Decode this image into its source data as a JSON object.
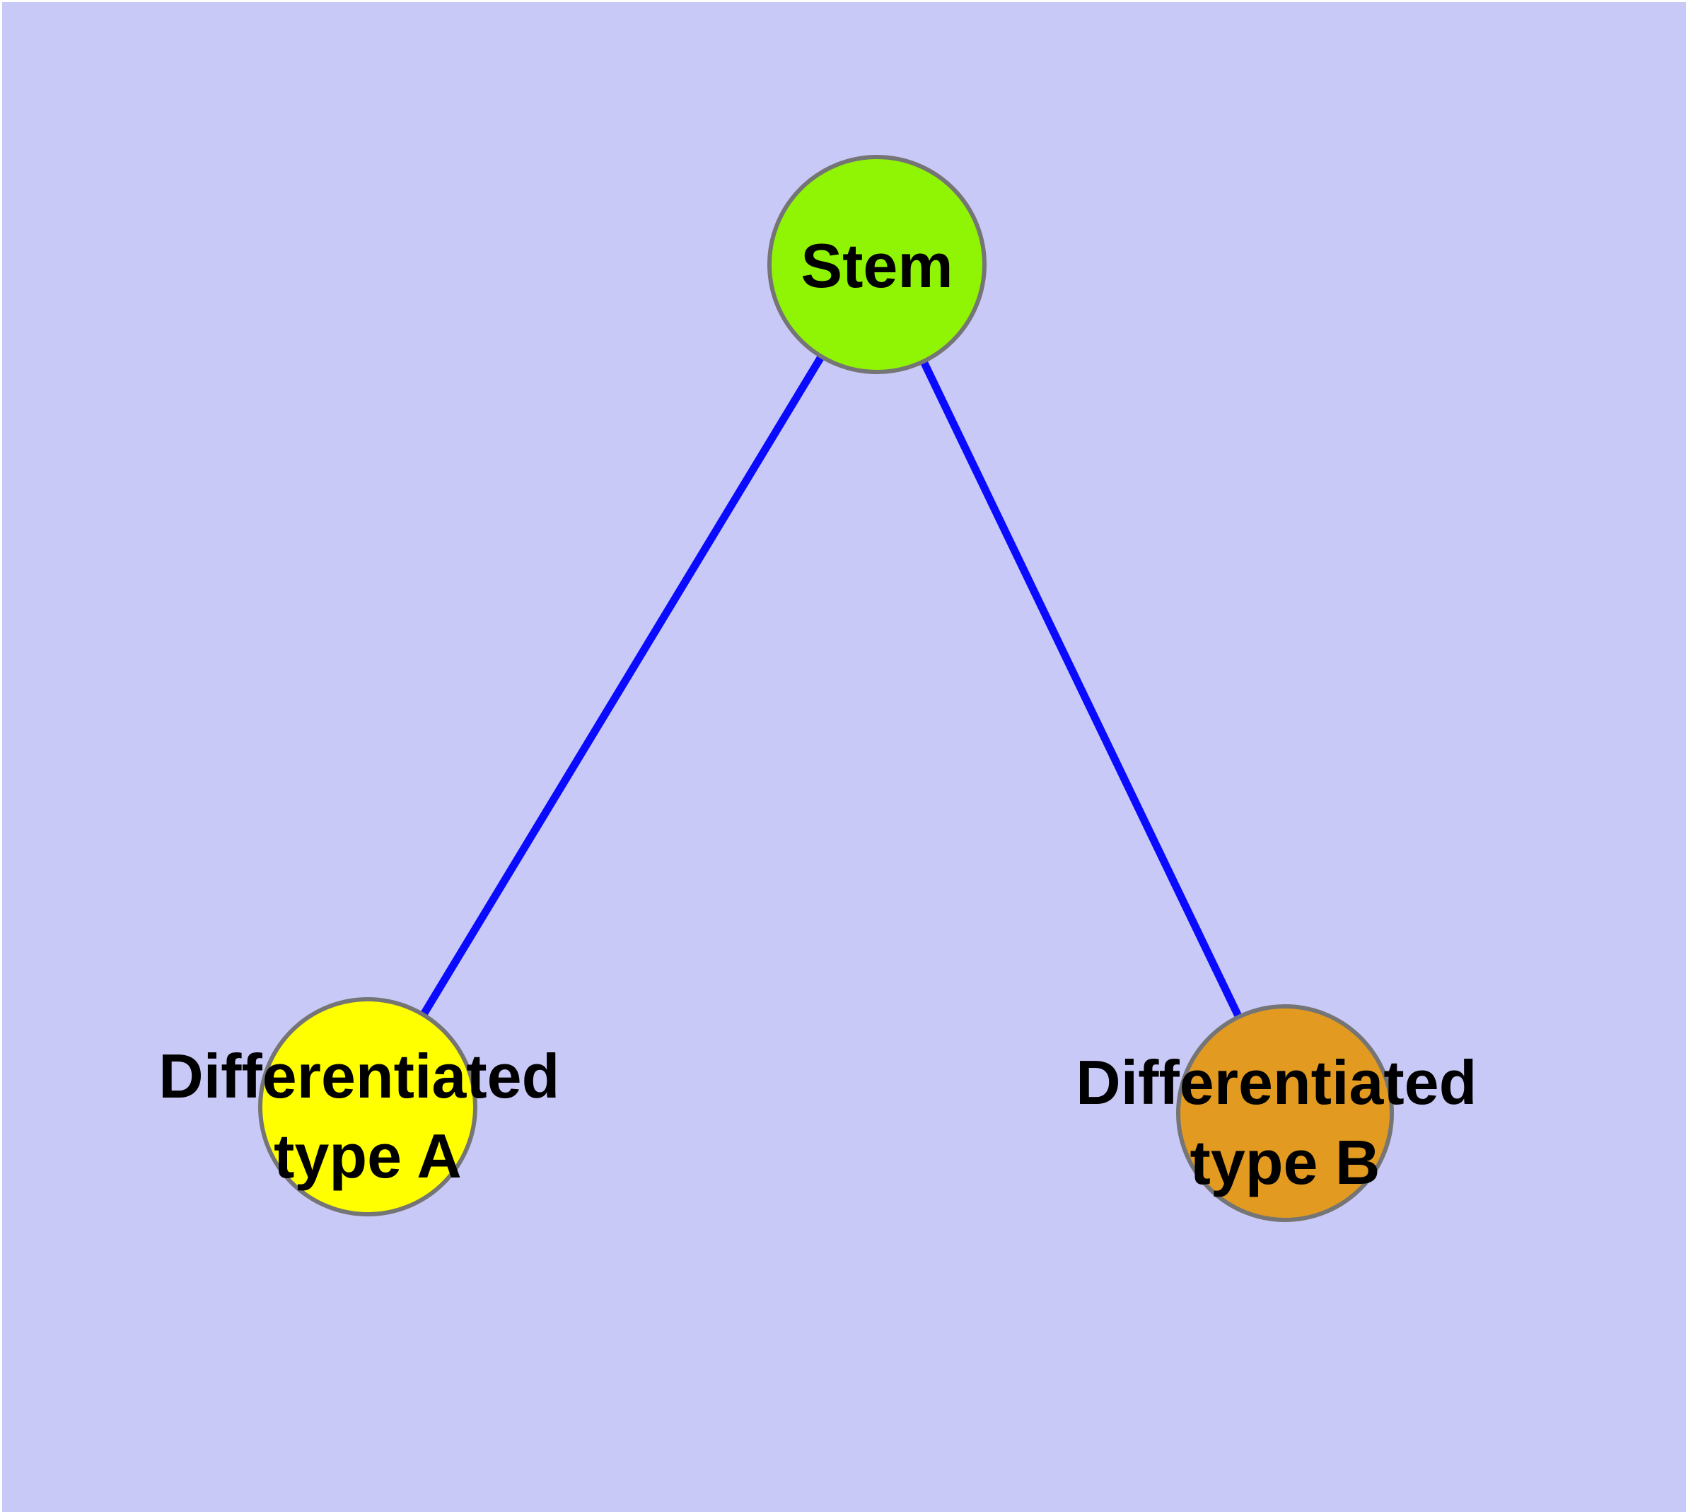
{
  "diagram": {
    "background_color": "#C9C9F7",
    "edge_color": "#0A0AFF",
    "node_border_color": "#757575",
    "label_color": "#000000",
    "nodes": [
      {
        "id": "stem",
        "label": "Stem",
        "label_lines": [
          "Stem"
        ],
        "fill": "#90F504"
      },
      {
        "id": "differentiated-type-a",
        "label": "Differentiated type A",
        "label_lines": [
          "Differentiated",
          "type A"
        ],
        "fill": "#FFFF00"
      },
      {
        "id": "differentiated-type-b",
        "label": "Differentiated type B",
        "label_lines": [
          "Differentiated",
          "type B"
        ],
        "fill": "#E29A20"
      }
    ],
    "edges": [
      {
        "from": "Stem",
        "to": "Differentiated type A"
      },
      {
        "from": "Stem",
        "to": "Differentiated type B"
      }
    ]
  }
}
